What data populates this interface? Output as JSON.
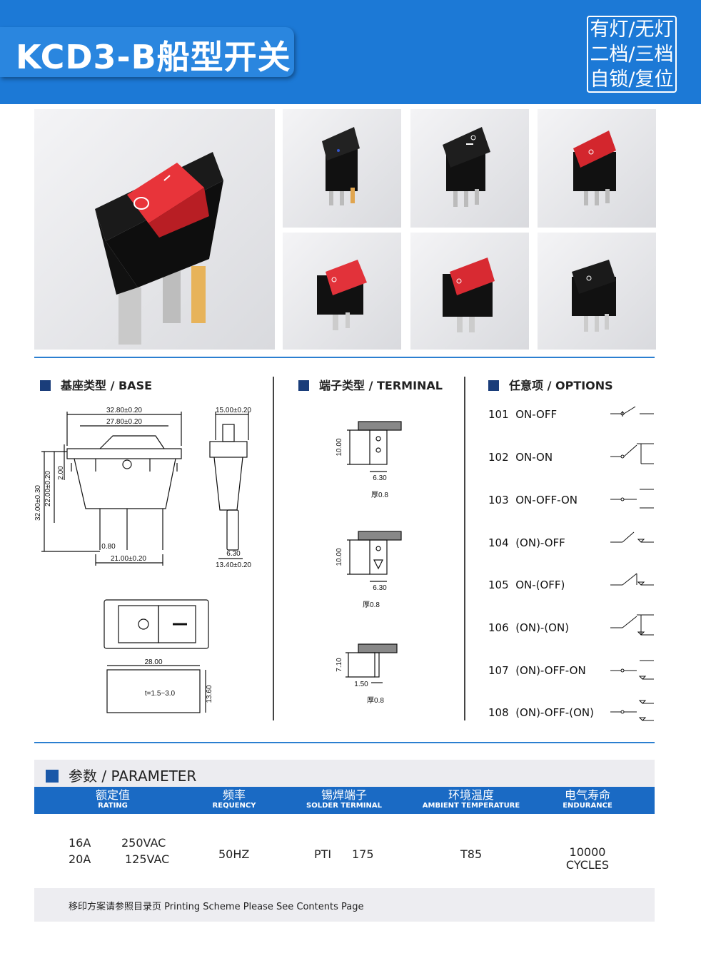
{
  "header": {
    "title": "KCD3-B船型开关",
    "tags": [
      "有灯/无灯",
      "二档/三档",
      "自锁/复位"
    ],
    "bg_color": "#1c79d6"
  },
  "photos": {
    "main": "red-rocker-switch-lamp",
    "thumbs": [
      "black-rocker-blue-dot",
      "black-rocker-three-position",
      "red-rocker-switch",
      "red-rocker-switch-2",
      "red-rocker-switch-3",
      "black-rocker-switch"
    ]
  },
  "sections": {
    "base": "基座类型 / BASE",
    "terminal": "端子类型 / TERMINAL",
    "options": "任意项 / OPTIONS"
  },
  "base_dims": {
    "w_outer": "32.80±0.20",
    "w_inner": "27.80±0.20",
    "h_total": "32.00±0.30",
    "h_body": "22.00±0.20",
    "h_step": "2.00",
    "pin_gap": "0.80",
    "pin_span": "21.00±0.20",
    "side_w": "15.00±0.20",
    "side_pin": "6.30",
    "side_bottom": "13.40±0.20",
    "cut_w": "28.00",
    "cut_h": "13.60",
    "cut_t": "t=1.5~3.0"
  },
  "terminals": [
    {
      "height": "10.00",
      "width": "6.30",
      "thickness": "厚0.8"
    },
    {
      "height": "10.00",
      "width": "6.30",
      "thickness": "厚0.8"
    },
    {
      "height": "7.10",
      "width": "1.50",
      "thickness": "厚0.8"
    }
  ],
  "options": [
    {
      "code": "101",
      "label": "ON-OFF"
    },
    {
      "code": "102",
      "label": "ON-ON"
    },
    {
      "code": "103",
      "label": "ON-OFF-ON"
    },
    {
      "code": "104",
      "label": "(ON)-OFF"
    },
    {
      "code": "105",
      "label": "ON-(OFF)"
    },
    {
      "code": "106",
      "label": "(ON)-(ON)"
    },
    {
      "code": "107",
      "label": "(ON)-OFF-ON"
    },
    {
      "code": "108",
      "label": "(ON)-OFF-(ON)"
    }
  ],
  "parameter": {
    "title": "参数 / PARAMETER",
    "columns": [
      {
        "zh": "额定值",
        "en": "RATING"
      },
      {
        "zh": "频率",
        "en": "REQUENCY"
      },
      {
        "zh": "锡焊端子",
        "en": "SOLDER TERMINAL"
      },
      {
        "zh": "环境温度",
        "en": "AMBIENT TEMPERATURE"
      },
      {
        "zh": "电气寿命",
        "en": "ENDURANCE"
      }
    ],
    "rating": {
      "a1": "16A",
      "v1": "250VAC",
      "a2": "20A",
      "v2": "125VAC"
    },
    "frequency": "50HZ",
    "solder": {
      "label": "PTI",
      "value": "175"
    },
    "temperature": "T85",
    "endurance": {
      "line1": "10000",
      "line2": "CYCLES"
    },
    "note": "移印方案请参照目录页   Printing Scheme Please See Contents Page"
  }
}
